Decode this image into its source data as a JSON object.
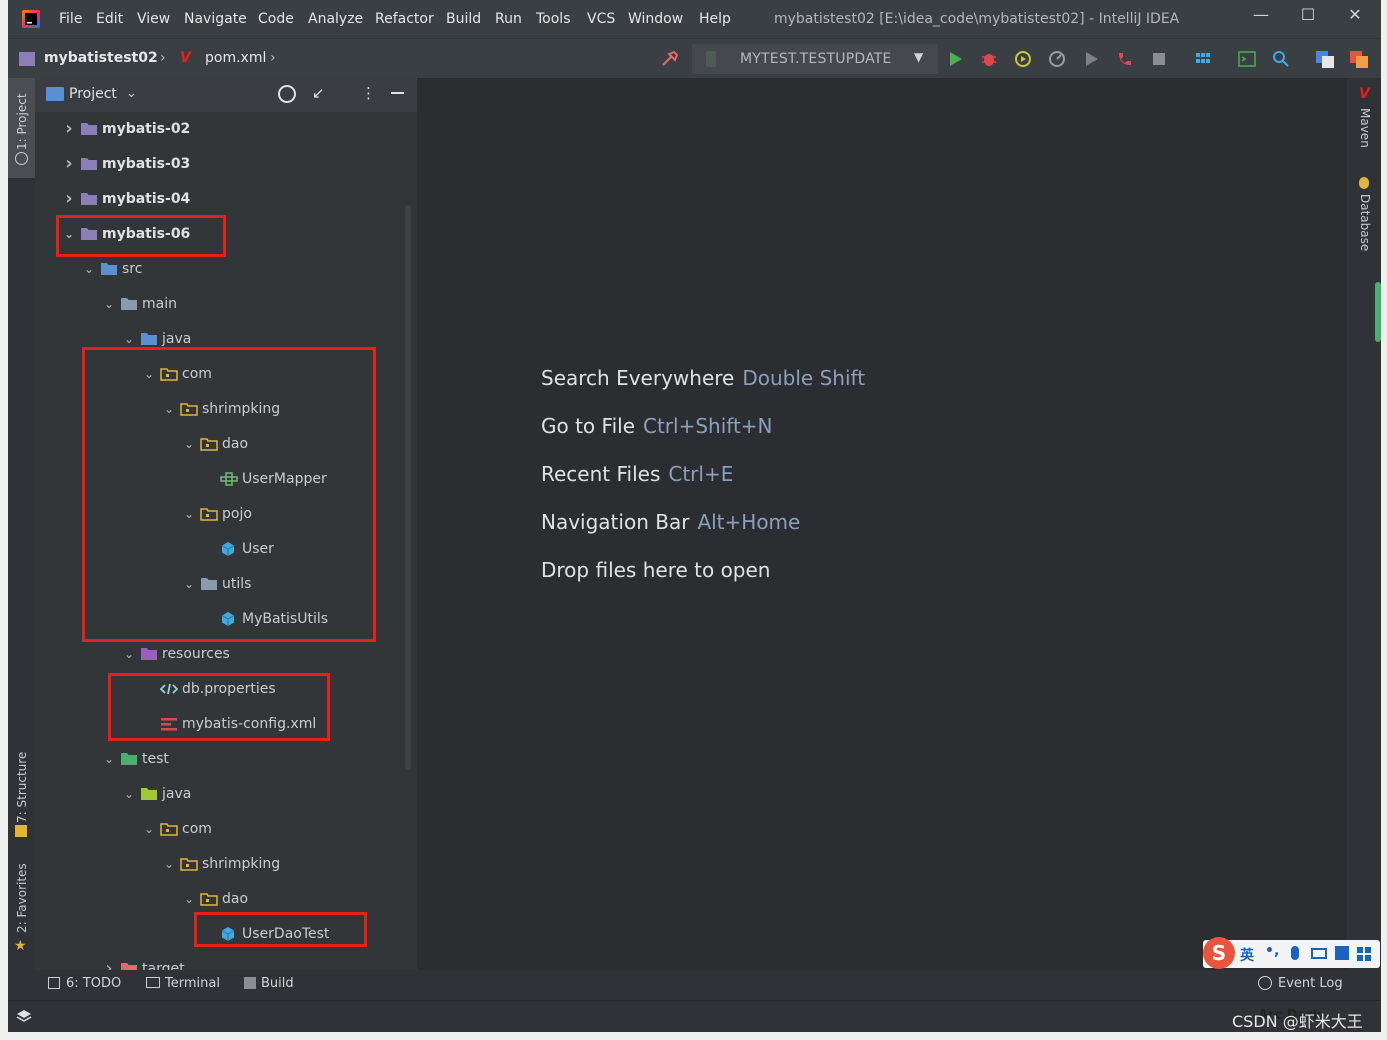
{
  "window": {
    "title": "mybatistest02 [E:\\idea_code\\mybatistest02] - IntelliJ IDEA",
    "menu": [
      "File",
      "Edit",
      "View",
      "Navigate",
      "Code",
      "Analyze",
      "Refactor",
      "Build",
      "Run",
      "Tools",
      "VCS",
      "Window",
      "Help"
    ],
    "controls": [
      "minimize",
      "maximize",
      "close"
    ]
  },
  "navbar": {
    "project": "mybatistest02",
    "file": "pom.xml",
    "run_config": "MYTEST.TESTUPDATE",
    "toolbar_icons": [
      "build-hammer-icon",
      "run-icon",
      "debug-icon",
      "coverage-icon",
      "profile-icon",
      "run-dashboard-icon",
      "attach-icon",
      "stop-icon",
      "structure-icon",
      "terminal-icon",
      "search-icon",
      "translate-icon",
      "google-translate-icon"
    ]
  },
  "left_tabs": {
    "project": "1: Project",
    "structure": "7: Structure",
    "favorites": "2: Favorites"
  },
  "right_tabs": {
    "maven": "Maven",
    "database": "Database"
  },
  "project_panel": {
    "header": "Project",
    "tree": [
      {
        "label": "mybatis-02",
        "depth": 0,
        "expanded": false,
        "icon": "module",
        "bold": true
      },
      {
        "label": "mybatis-03",
        "depth": 0,
        "expanded": false,
        "icon": "module",
        "bold": true
      },
      {
        "label": "mybatis-04",
        "depth": 0,
        "expanded": false,
        "icon": "module",
        "bold": true
      },
      {
        "label": "mybatis-06",
        "depth": 0,
        "expanded": true,
        "icon": "module",
        "bold": true
      },
      {
        "label": "src",
        "depth": 1,
        "expanded": true,
        "icon": "src"
      },
      {
        "label": "main",
        "depth": 2,
        "expanded": true,
        "icon": "folder"
      },
      {
        "label": "java",
        "depth": 3,
        "expanded": true,
        "icon": "source-root"
      },
      {
        "label": "com",
        "depth": 4,
        "expanded": true,
        "icon": "package"
      },
      {
        "label": "shrimpking",
        "depth": 5,
        "expanded": true,
        "icon": "package"
      },
      {
        "label": "dao",
        "depth": 6,
        "expanded": true,
        "icon": "package"
      },
      {
        "label": "UserMapper",
        "depth": 7,
        "icon": "interface"
      },
      {
        "label": "pojo",
        "depth": 6,
        "expanded": true,
        "icon": "package"
      },
      {
        "label": "User",
        "depth": 7,
        "icon": "class"
      },
      {
        "label": "utils",
        "depth": 6,
        "expanded": true,
        "icon": "package-util"
      },
      {
        "label": "MyBatisUtils",
        "depth": 7,
        "icon": "class"
      },
      {
        "label": "resources",
        "depth": 3,
        "expanded": true,
        "icon": "resources"
      },
      {
        "label": "db.properties",
        "depth": 4,
        "icon": "properties"
      },
      {
        "label": "mybatis-config.xml",
        "depth": 4,
        "icon": "xml"
      },
      {
        "label": "test",
        "depth": 2,
        "expanded": true,
        "icon": "test-root"
      },
      {
        "label": "java",
        "depth": 3,
        "expanded": true,
        "icon": "test-source"
      },
      {
        "label": "com",
        "depth": 4,
        "expanded": true,
        "icon": "package"
      },
      {
        "label": "shrimpking",
        "depth": 5,
        "expanded": true,
        "icon": "package"
      },
      {
        "label": "dao",
        "depth": 6,
        "expanded": true,
        "icon": "package"
      },
      {
        "label": "UserDaoTest",
        "depth": 7,
        "icon": "test-class"
      },
      {
        "label": "target",
        "depth": 2,
        "expanded": false,
        "icon": "folder-excluded"
      }
    ]
  },
  "editor": {
    "hints": [
      {
        "action": "Search Everywhere",
        "key": "Double Shift"
      },
      {
        "action": "Go to File",
        "key": "Ctrl+Shift+N"
      },
      {
        "action": "Recent Files",
        "key": "Ctrl+E"
      },
      {
        "action": "Navigation Bar",
        "key": "Alt+Home"
      },
      {
        "action": "Drop files here to open",
        "key": ""
      }
    ]
  },
  "bottom_tabs": {
    "todo": "6: TODO",
    "terminal": "Terminal",
    "build": "Build",
    "event_log": "Event Log"
  },
  "ime_bar": {
    "lang": "英",
    "punct": "•,"
  },
  "watermark": "CSDN @虾米大王",
  "overlay": "Arc Dark",
  "colors": {
    "highlight_box": "#e8201c",
    "module_folder": "#8c7fb8",
    "source_folder": "#5a8fd1",
    "class_icon": "#3fa9e0",
    "test_folder": "#4caf72"
  }
}
